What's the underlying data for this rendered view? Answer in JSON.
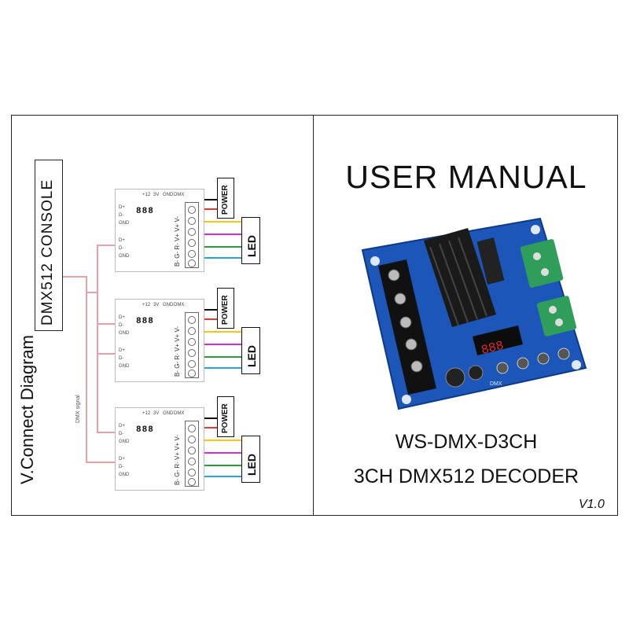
{
  "diagram": {
    "title": "V.Connect Diagram",
    "console_label": "DMX512 CONSOLE",
    "signal_label": "DMX signal",
    "units": [
      {
        "display": "888",
        "power_label": "POWER",
        "led_label": "LED",
        "terminal_labels": "B- G- R- V+ V+ V-",
        "top_labels": [
          "+12",
          "3V",
          "GND",
          "DMX"
        ],
        "port_labels": [
          "D+",
          "D-",
          "GND"
        ]
      },
      {
        "display": "888",
        "power_label": "POWER",
        "led_label": "LED",
        "terminal_labels": "B- G- R- V+ V+ V-",
        "top_labels": [
          "+12",
          "3V",
          "GND",
          "DMX"
        ],
        "port_labels": [
          "D+",
          "D-",
          "GND"
        ]
      },
      {
        "display": "888",
        "power_label": "POWER",
        "led_label": "LED",
        "terminal_labels": "B- G- R- V+ V+ V-",
        "top_labels": [
          "+12",
          "3V",
          "GND",
          "DMX"
        ],
        "port_labels": [
          "D+",
          "D-",
          "GND"
        ]
      }
    ],
    "wire_colors": {
      "power_neg": "#111111",
      "power_pos": "#e53935",
      "v_plus": "#f5c518",
      "red": "#cc33cc",
      "green": "#2e9a3e",
      "blue": "#2aa6d6",
      "signal": "#e6a0a8"
    }
  },
  "manual": {
    "title": "USER MANUAL",
    "model": "WS-DMX-D3CH",
    "subtitle": "3CH DMX512 DECODER",
    "version": "V1.0",
    "board_display": "888",
    "board_label": "DMX"
  }
}
